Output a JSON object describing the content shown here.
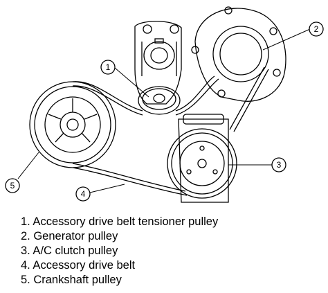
{
  "diagram": {
    "callouts": [
      "1",
      "2",
      "3",
      "4",
      "5"
    ]
  },
  "legend": {
    "items": [
      "1. Accessory drive belt tensioner pulley",
      "2. Generator pulley",
      "3. A/C clutch pulley",
      "4. Accessory drive belt",
      "5. Crankshaft pulley"
    ]
  }
}
